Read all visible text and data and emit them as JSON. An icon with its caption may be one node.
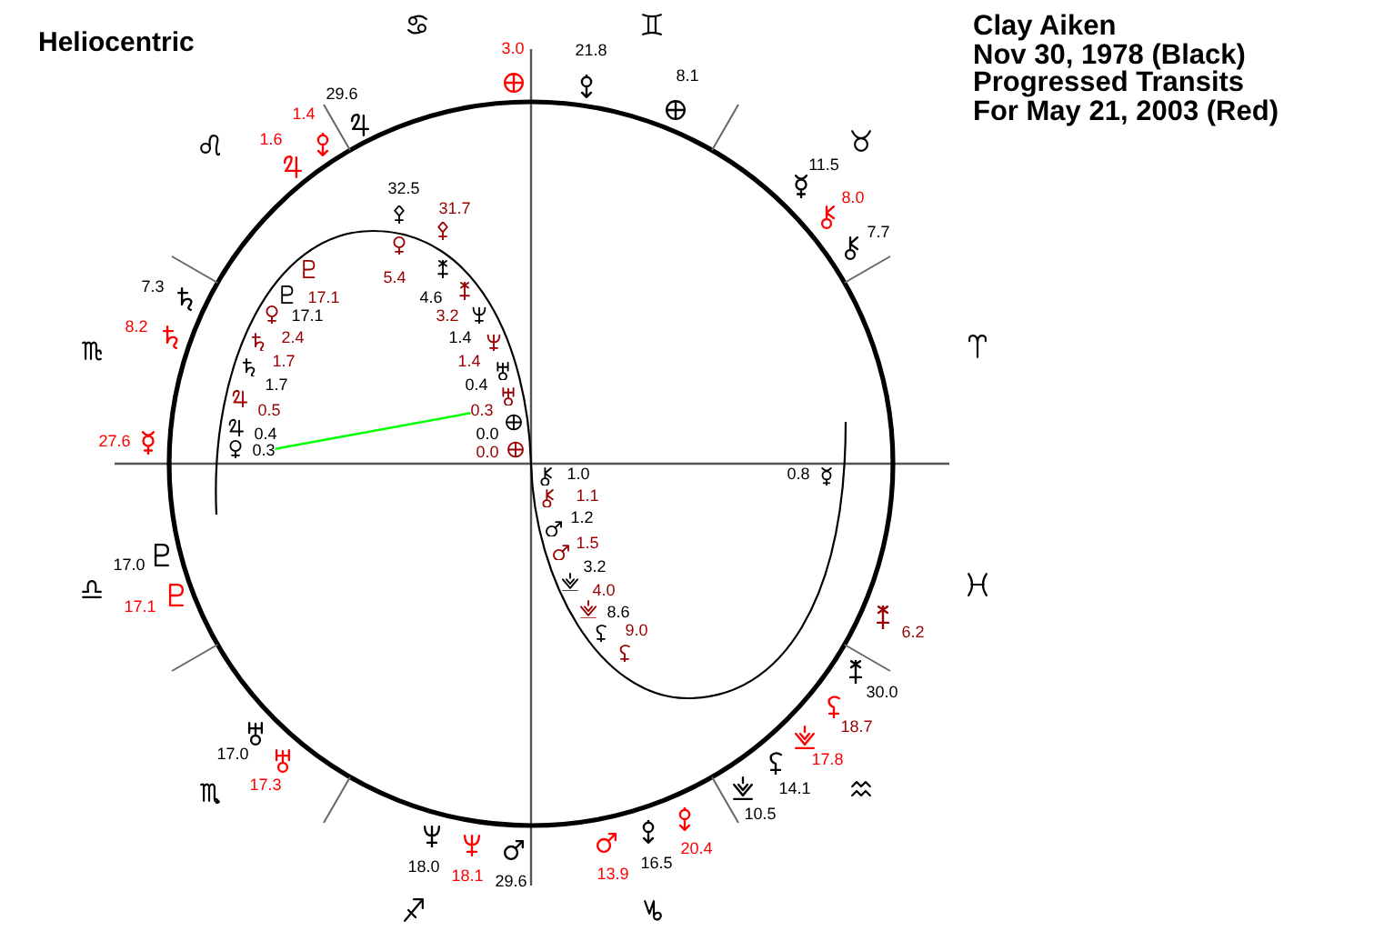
{
  "diagram": {
    "title": "Heliocentric",
    "nodes": [
      {
        "text": [
          "0.3"
        ]
      },
      {
        "text": [
          "0.3"
        ]
      }
    ],
    "edges": [
      {
        "from": 1,
        "to": 0,
        "arrow": "none",
        "color": "#00ff00"
      }
    ],
    "labels": [
      "Clay Aiken",
      "Nov 30, 1978 (Black)",
      "Progressed Transits",
      "For May 21, 2003 (Red)",
      "3.0",
      "21.8",
      "8.1",
      "29.6",
      "1.4",
      "1.6",
      "11.5",
      "32.5",
      "8.0",
      "31.7",
      "7.7",
      "5.4",
      "7.3",
      "17.1",
      "4.6",
      "17.1",
      "3.2",
      "8.2",
      "2.4",
      "1.4",
      "1.7",
      "1.4",
      "1.7",
      "0.4",
      "0.5",
      "0.4",
      "0.0",
      "27.6",
      "0.0",
      "1.0",
      "0.8",
      "1.1",
      "1.2",
      "1.5",
      "17.0",
      "3.2",
      "4.0",
      "17.1",
      "8.6",
      "9.0",
      "6.2",
      "30.0",
      "18.7",
      "17.0",
      "17.8",
      "17.3",
      "14.1",
      "10.5",
      "18.0",
      "18.1",
      "29.6",
      "13.9",
      "16.5",
      "20.4"
    ]
  }
}
